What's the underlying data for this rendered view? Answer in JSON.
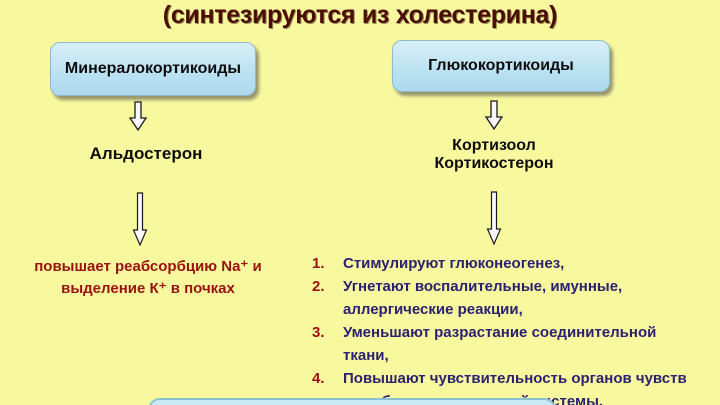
{
  "slide": {
    "title": "(синтезируются из холестерина)"
  },
  "left": {
    "box_label": "Минералокортикоиды",
    "hormone": "Альдостерон",
    "effect_line1": "повышает реабсорбцию Na⁺ и",
    "effect_line2": "выделение К⁺ в почках"
  },
  "right": {
    "box_label": "Глюкокортикоиды",
    "hormone_line1": "Кортизоол",
    "hormone_line2": "Кортикостерон",
    "effects": [
      {
        "n": "1.",
        "text": "Стимулируют глюконеогенез,"
      },
      {
        "n": "2.",
        "text": "Угнетают воспалительные, имунные, аллергические реакции,"
      },
      {
        "n": "3.",
        "text": "Уменьшают разрастание соединительной ткани,"
      },
      {
        "n": "4.",
        "text": "Повышают чувствительность органов чувств и возбудимость нервной системы."
      }
    ]
  },
  "icons": {
    "down_arrow": "↓"
  },
  "colors": {
    "background": "#f8f89e",
    "box_fill": "#b8e0f1",
    "box_border": "#8fb9cc",
    "title_text": "#4a0d02",
    "accent_red": "#9b1111",
    "list_text": "#2b2171",
    "body_text": "#0d0d0d"
  }
}
